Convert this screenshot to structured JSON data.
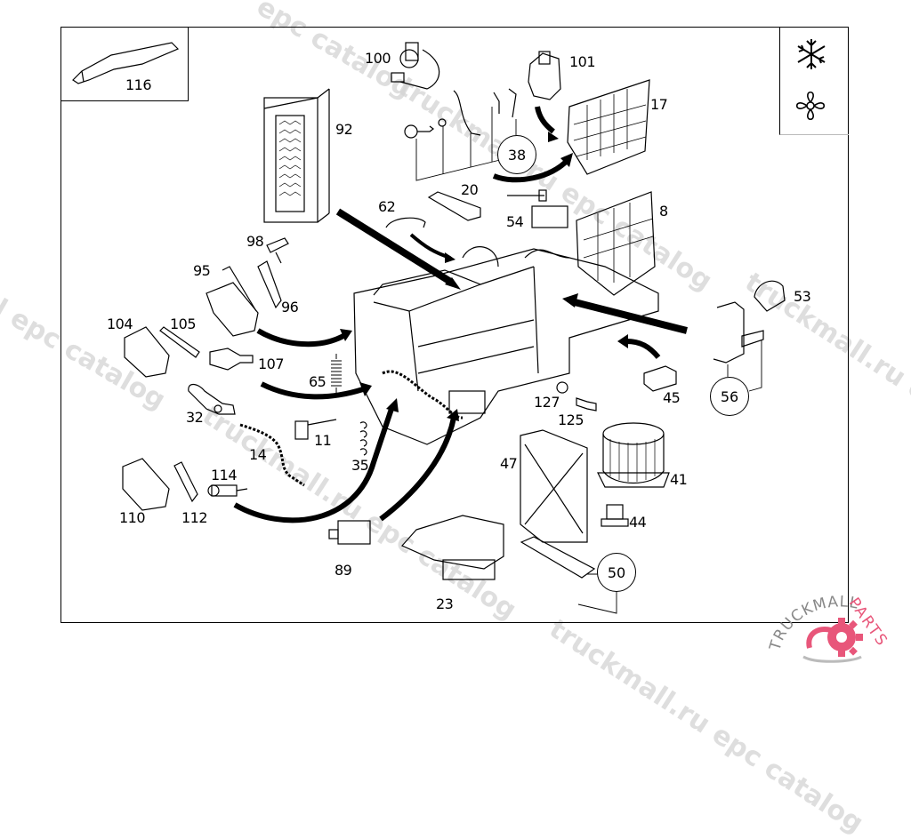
{
  "diagram": {
    "title": "Heater / A/C unit exploded parts diagram",
    "part_labels": [
      {
        "id": "116",
        "text": "116"
      },
      {
        "id": "100",
        "text": "100"
      },
      {
        "id": "101",
        "text": "101"
      },
      {
        "id": "17",
        "text": "17"
      },
      {
        "id": "92",
        "text": "92"
      },
      {
        "id": "20",
        "text": "20"
      },
      {
        "id": "62",
        "text": "62"
      },
      {
        "id": "54",
        "text": "54"
      },
      {
        "id": "8",
        "text": "8"
      },
      {
        "id": "98",
        "text": "98"
      },
      {
        "id": "95",
        "text": "95"
      },
      {
        "id": "96",
        "text": "96"
      },
      {
        "id": "104",
        "text": "104"
      },
      {
        "id": "105",
        "text": "105"
      },
      {
        "id": "107",
        "text": "107"
      },
      {
        "id": "65",
        "text": "65"
      },
      {
        "id": "32",
        "text": "32"
      },
      {
        "id": "11",
        "text": "11"
      },
      {
        "id": "14",
        "text": "14"
      },
      {
        "id": "35",
        "text": "35"
      },
      {
        "id": "114",
        "text": "114"
      },
      {
        "id": "110",
        "text": "110"
      },
      {
        "id": "112",
        "text": "112"
      },
      {
        "id": "89",
        "text": "89"
      },
      {
        "id": "23",
        "text": "23"
      },
      {
        "id": "47",
        "text": "47"
      },
      {
        "id": "41",
        "text": "41"
      },
      {
        "id": "44",
        "text": "44"
      },
      {
        "id": "127",
        "text": "127"
      },
      {
        "id": "125",
        "text": "125"
      },
      {
        "id": "45",
        "text": "45"
      },
      {
        "id": "53",
        "text": "53"
      }
    ],
    "circled_labels": [
      {
        "id": "38",
        "text": "38"
      },
      {
        "id": "56",
        "text": "56"
      },
      {
        "id": "50",
        "text": "50"
      }
    ],
    "legend_icons": [
      "snowflake-icon",
      "fan-icon"
    ]
  },
  "watermarks": {
    "w1": "epc catalog",
    "w2": "truckmall.ru epc catalog",
    "w3": "truckmall.ru epc catalog",
    "w4": "truckmall.ru epc catalog",
    "w5": "truckmall.ru epc catalog",
    "w6": "truckmall.ru e",
    "w7": "l epc catalog",
    "w8": "truckmall.ru epc catalog"
  },
  "brand": {
    "name_part1": "TRUCKMALL",
    "name_part2": "PARTS",
    "accent_color": "#e8567a"
  }
}
